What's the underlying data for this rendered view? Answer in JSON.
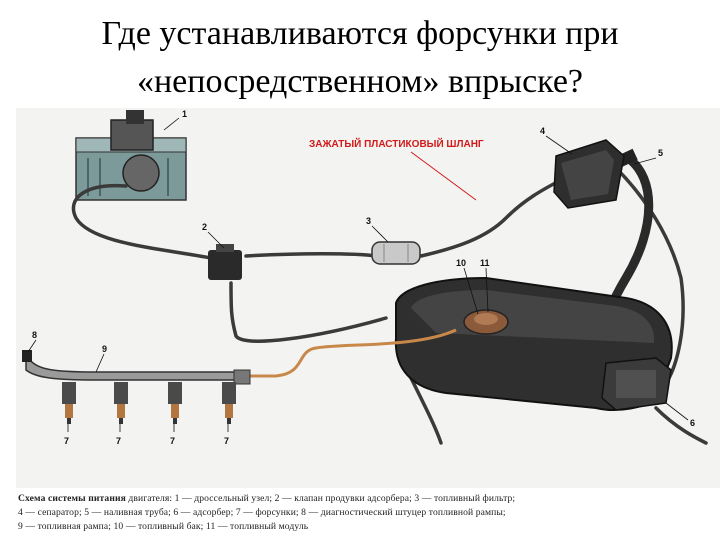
{
  "slide": {
    "title_line1": "Где устанавливаются форсунки при",
    "title_line2": "«непосредственном» впрыске?"
  },
  "diagram": {
    "hose_label": "ЗАЖАТЫЙ ПЛАСТИКОВЫЙ ШЛАНГ",
    "callouts": {
      "c1": "1",
      "c2": "2",
      "c3": "3",
      "c4": "4",
      "c5": "5",
      "c6": "6",
      "c7a": "7",
      "c7b": "7",
      "c7c": "7",
      "c7d": "7",
      "c8": "8",
      "c9": "9",
      "c10": "10",
      "c11": "11"
    },
    "colors": {
      "hose": "#3a3a3a",
      "fuel_line": "#c8884a",
      "callout_red": "#d11a1a",
      "tank": "#2f2f2f"
    }
  },
  "caption": {
    "head": "Схема системы питания",
    "line1_rest": " двигателя: 1 — дроссельный узел; 2 — клапан продувки адсорбера; 3 — топливный фильтр;",
    "line2": "4 — сепаратор; 5 — наливная труба; 6 — адсорбер; 7 — форсунки; 8 — диагностический штуцер топливной рампы;",
    "line3": "9 — топливная рампа; 10 — топливный бак; 11 — топливный модуль"
  }
}
